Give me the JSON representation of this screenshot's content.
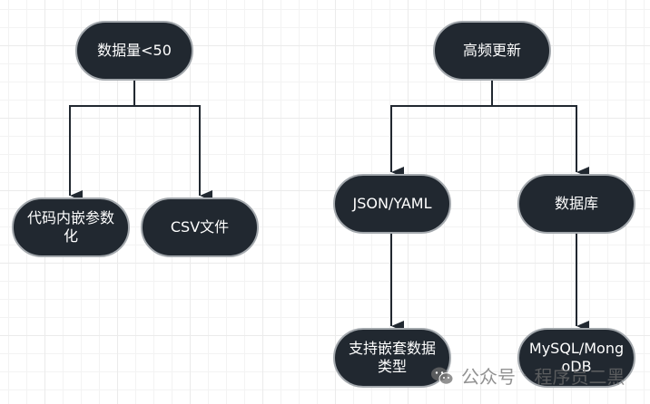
{
  "diagram": {
    "nodes": [
      {
        "id": "n1",
        "label": "数据量<50"
      },
      {
        "id": "n2",
        "label": "代码内嵌参数化"
      },
      {
        "id": "n3",
        "label": "CSV文件"
      },
      {
        "id": "n4",
        "label": "高频更新"
      },
      {
        "id": "n5",
        "label": "JSON/YAML"
      },
      {
        "id": "n6",
        "label": "数据库"
      },
      {
        "id": "n7",
        "label": "支持嵌套数据类型"
      },
      {
        "id": "n8",
        "label": "MySQL/MongoDB"
      }
    ],
    "edges": [
      {
        "from": "n1",
        "to": "n2"
      },
      {
        "from": "n1",
        "to": "n3"
      },
      {
        "from": "n4",
        "to": "n5"
      },
      {
        "from": "n4",
        "to": "n6"
      },
      {
        "from": "n5",
        "to": "n7"
      },
      {
        "from": "n6",
        "to": "n8"
      }
    ],
    "colors": {
      "node_fill": "#212830",
      "node_border": "#a3a8ad",
      "edge": "#212830",
      "text": "#ffffff"
    }
  },
  "watermark": {
    "icon": "wechat-icon",
    "prefix": "公众号",
    "separator": "·",
    "account": "程序员二黑"
  }
}
